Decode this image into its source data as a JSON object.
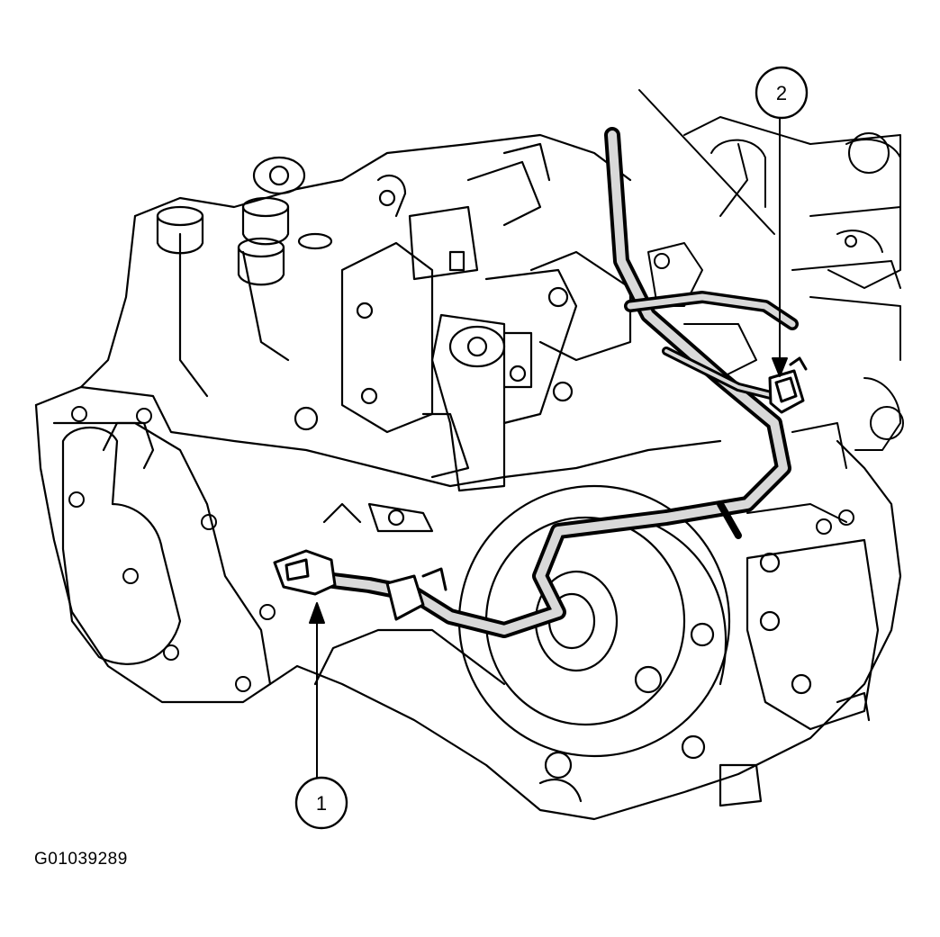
{
  "figure": {
    "id": "G01039289",
    "callouts": [
      {
        "label": "1"
      },
      {
        "label": "2"
      }
    ]
  },
  "colors": {
    "ink": "#000000",
    "paper": "#ffffff",
    "harness_fill": "#d9d9d9"
  }
}
